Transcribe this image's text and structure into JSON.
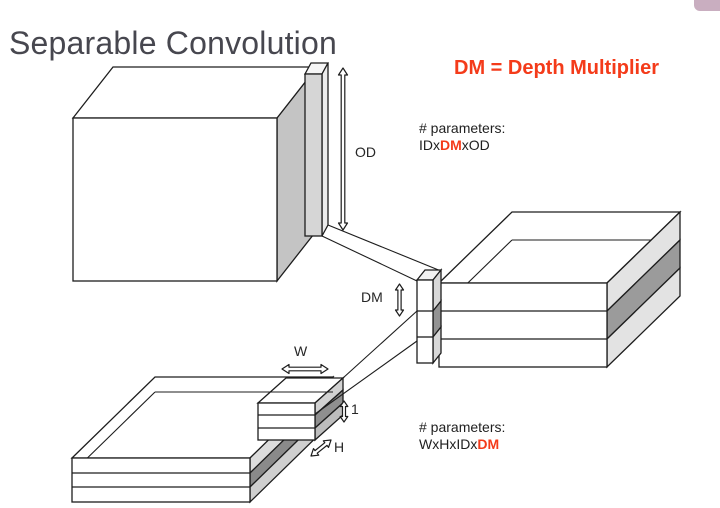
{
  "title": "Separable Convolution",
  "legend": {
    "text": "DM = Depth Multiplier"
  },
  "diagram": {
    "dimension_labels": {
      "od": "OD",
      "dm": "DM",
      "w": "W",
      "unit": "1",
      "h": "H"
    },
    "param_top": {
      "header": "# parameters:",
      "pre": "IDx",
      "highlight": "DM",
      "post": "xOD"
    },
    "param_bottom": {
      "header": "# parameters:",
      "pre": "WxHxIDx",
      "highlight": "DM",
      "post": ""
    }
  },
  "colors": {
    "accent_red": "#f43b1a",
    "title_gray": "#47474f",
    "text_black": "#1f1f1f",
    "badge_pink": "#c9aec0",
    "cube_side_gray": "#c4c4c4",
    "slab_front_gray": "#d6d6d6",
    "stack_side_light": "#dedede",
    "stack_side_dark": "#8f8f8f"
  }
}
